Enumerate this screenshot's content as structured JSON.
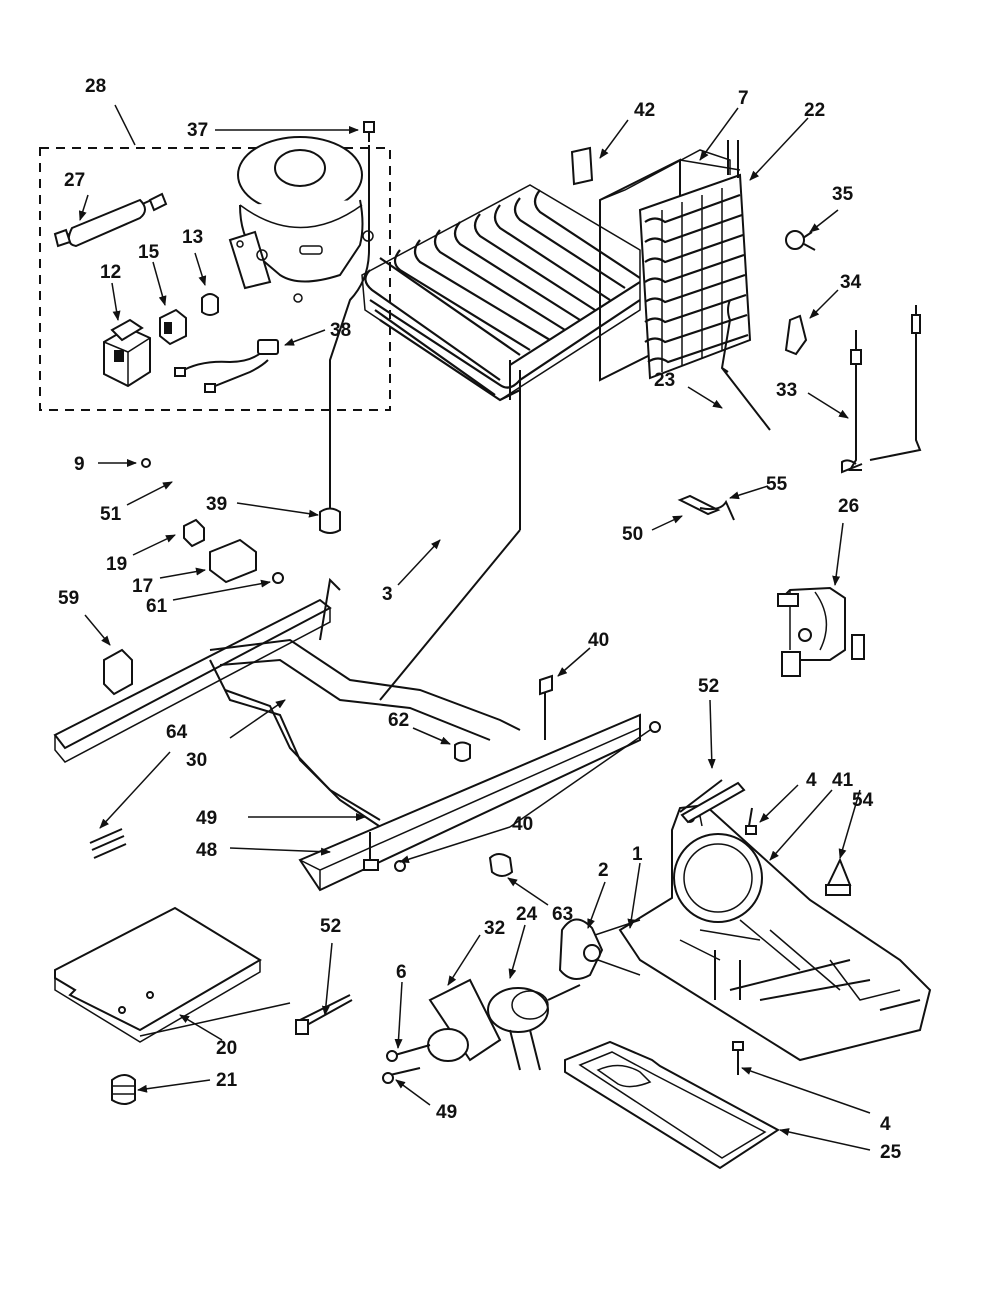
{
  "diagram": {
    "labels": {
      "l28": "28",
      "l37": "37",
      "l27": "27",
      "l13": "13",
      "l15": "15",
      "l12": "12",
      "l38": "38",
      "l42": "42",
      "l7": "7",
      "l22": "22",
      "l35": "35",
      "l34": "34",
      "l23": "23",
      "l33": "33",
      "l9": "9",
      "l51": "51",
      "l39": "39",
      "l19": "19",
      "l17": "17",
      "l61": "61",
      "l59": "59",
      "l3": "3",
      "l55": "55",
      "l50": "50",
      "l26": "26",
      "l40a": "40",
      "l52a": "52",
      "l62": "62",
      "l64": "64",
      "l30": "30",
      "l49a": "49",
      "l48": "48",
      "l40b": "40",
      "l4a": "4",
      "l41": "41",
      "l54": "54",
      "l1": "1",
      "l2": "2",
      "l24": "24",
      "l63": "63",
      "l32": "32",
      "l52b": "52",
      "l6": "6",
      "l20": "20",
      "l21": "21",
      "l49b": "49",
      "l4b": "4",
      "l25": "25"
    }
  }
}
